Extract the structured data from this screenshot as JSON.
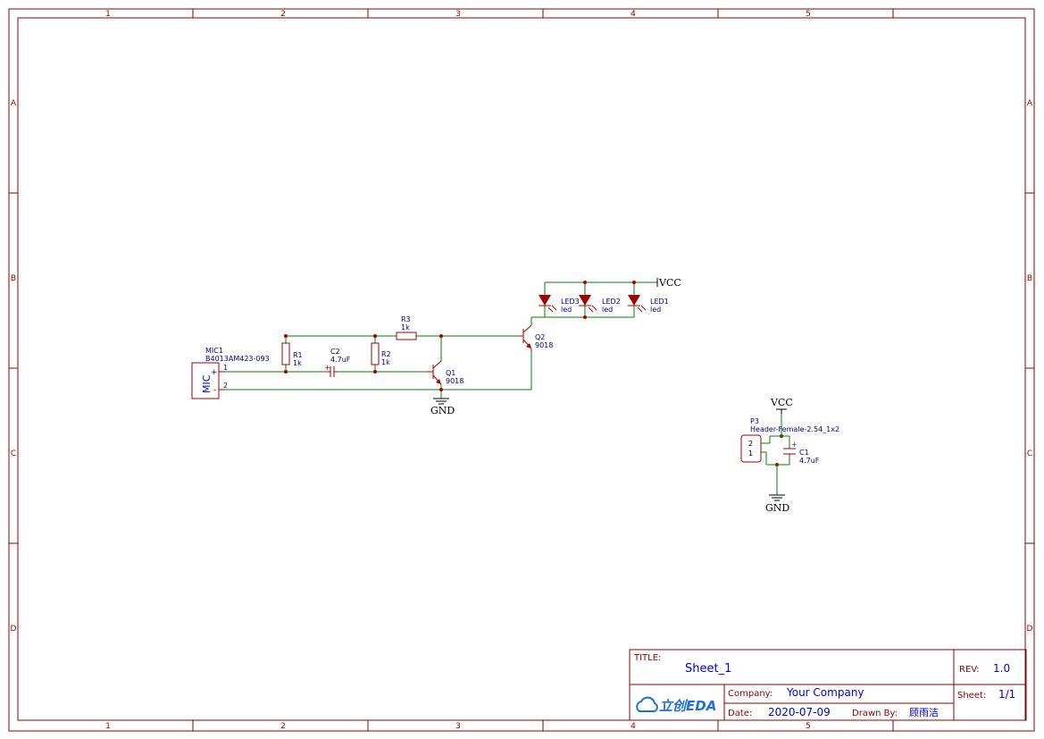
{
  "frame": {
    "columns": [
      "1",
      "2",
      "3",
      "4",
      "5"
    ],
    "rows": [
      "A",
      "B",
      "C",
      "D"
    ],
    "colors": {
      "border": "#8b0000",
      "wire": "#008000",
      "component": "#a00000",
      "pin_number": "#0000cc",
      "label": "#000080",
      "title_value": "#0000cc"
    }
  },
  "components": {
    "mic1": {
      "designator": "MIC1",
      "value": "B4013AM423-093",
      "body_text": "MIC",
      "pin1": "1",
      "pin2": "2",
      "plus": "+",
      "dash": "-"
    },
    "r1": {
      "designator": "R1",
      "value": "1k"
    },
    "r2": {
      "designator": "R2",
      "value": "1k"
    },
    "r3": {
      "designator": "R3",
      "value": "1k"
    },
    "c2": {
      "designator": "C2",
      "value": "4.7uF",
      "plus": "+"
    },
    "q1": {
      "designator": "Q1",
      "value": "9018"
    },
    "q2": {
      "designator": "Q2",
      "value": "9018"
    },
    "led1": {
      "designator": "LED1",
      "value": "led"
    },
    "led2": {
      "designator": "LED2",
      "value": "led"
    },
    "led3": {
      "designator": "LED3",
      "value": "led"
    },
    "p3": {
      "designator": "P3",
      "value": "Header-Female-2.54_1x2",
      "pin2": "2",
      "pin1": "1"
    },
    "c1": {
      "designator": "C1",
      "value": "4.7uF",
      "plus": "+"
    }
  },
  "net_labels": {
    "vcc_main": "VCC",
    "vcc_header": "VCC",
    "gnd_main": "GND",
    "gnd_header": "GND"
  },
  "title_block": {
    "title_label": "TITLE:",
    "title_value": "Sheet_1",
    "rev_label": "REV:",
    "rev_value": "1.0",
    "company_label": "Company:",
    "company_value": "Your Company",
    "sheet_label": "Sheet:",
    "sheet_value": "1/1",
    "date_label": "Date:",
    "date_value": "2020-07-09",
    "drawn_label": "Drawn By:",
    "drawn_value": "顾雨洁",
    "logo_text": "立创EDA"
  }
}
